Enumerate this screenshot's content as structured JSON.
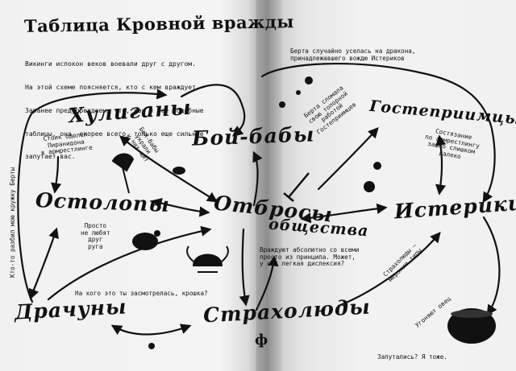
{
  "title": "Таблица Кровной вражды",
  "intro": {
    "line1": "Викинги испокон веков воевали друг с другом.",
    "line2": "На этой схеме поясняется, кто с кем враждует.",
    "line3": "Заранее предупреждаем, что, как и все подобные",
    "line4": "таблицы, она, скорее всего, только еще сильнее",
    "line5": "запутает вас."
  },
  "clans": {
    "hooligans": "Хулиганы",
    "warriors": "Бой-бабы",
    "hospitables": "Гостеприимцы",
    "ostolops": "Остолопы",
    "outcasts_1": "Отбросы",
    "outcasts_2": "общества",
    "hysterics": "Истерики",
    "brawlers": "Драчуны",
    "scaredies": "Страхолюды"
  },
  "notes": {
    "side": "Кто-то разбил мою кружку Берты",
    "top_right": "Берта случайно уселась на дракона,\nпринадлежавшего вождю Истериков",
    "stoick": "Стоик одолел\nПиранидона\nв армрестлинге",
    "warriors_steal": "Бой-бабы\nукрали\nу них щит",
    "bertha_axe": "Берта сломала\nсвою топорной\nработой\nГостеприимцев",
    "armwrestle": "Состязание\nпо армрестлингу\nзашло слишком\nдалеко",
    "dislike": "Просто\nне любят\nдруг\nруга",
    "hate": "Враждуют абсолютно со всеми\nпросто из принципа. Может,\nу них легкая дислексия?",
    "ugly": "Страхолюды —\nмерзкие типы",
    "staring": "На кого это ты засмотрелась, крошка?",
    "sheep": "Угоняют овец",
    "confused": "Запутались? Я тоже."
  },
  "colors": {
    "ink": "#111111",
    "paper": "#f2f2f2",
    "gutter": "#9a9a9a"
  },
  "icons": [
    "axe-icon",
    "dagger-icon",
    "viking-helmet-icon",
    "ink-blot-icon",
    "cauldron-icon"
  ]
}
